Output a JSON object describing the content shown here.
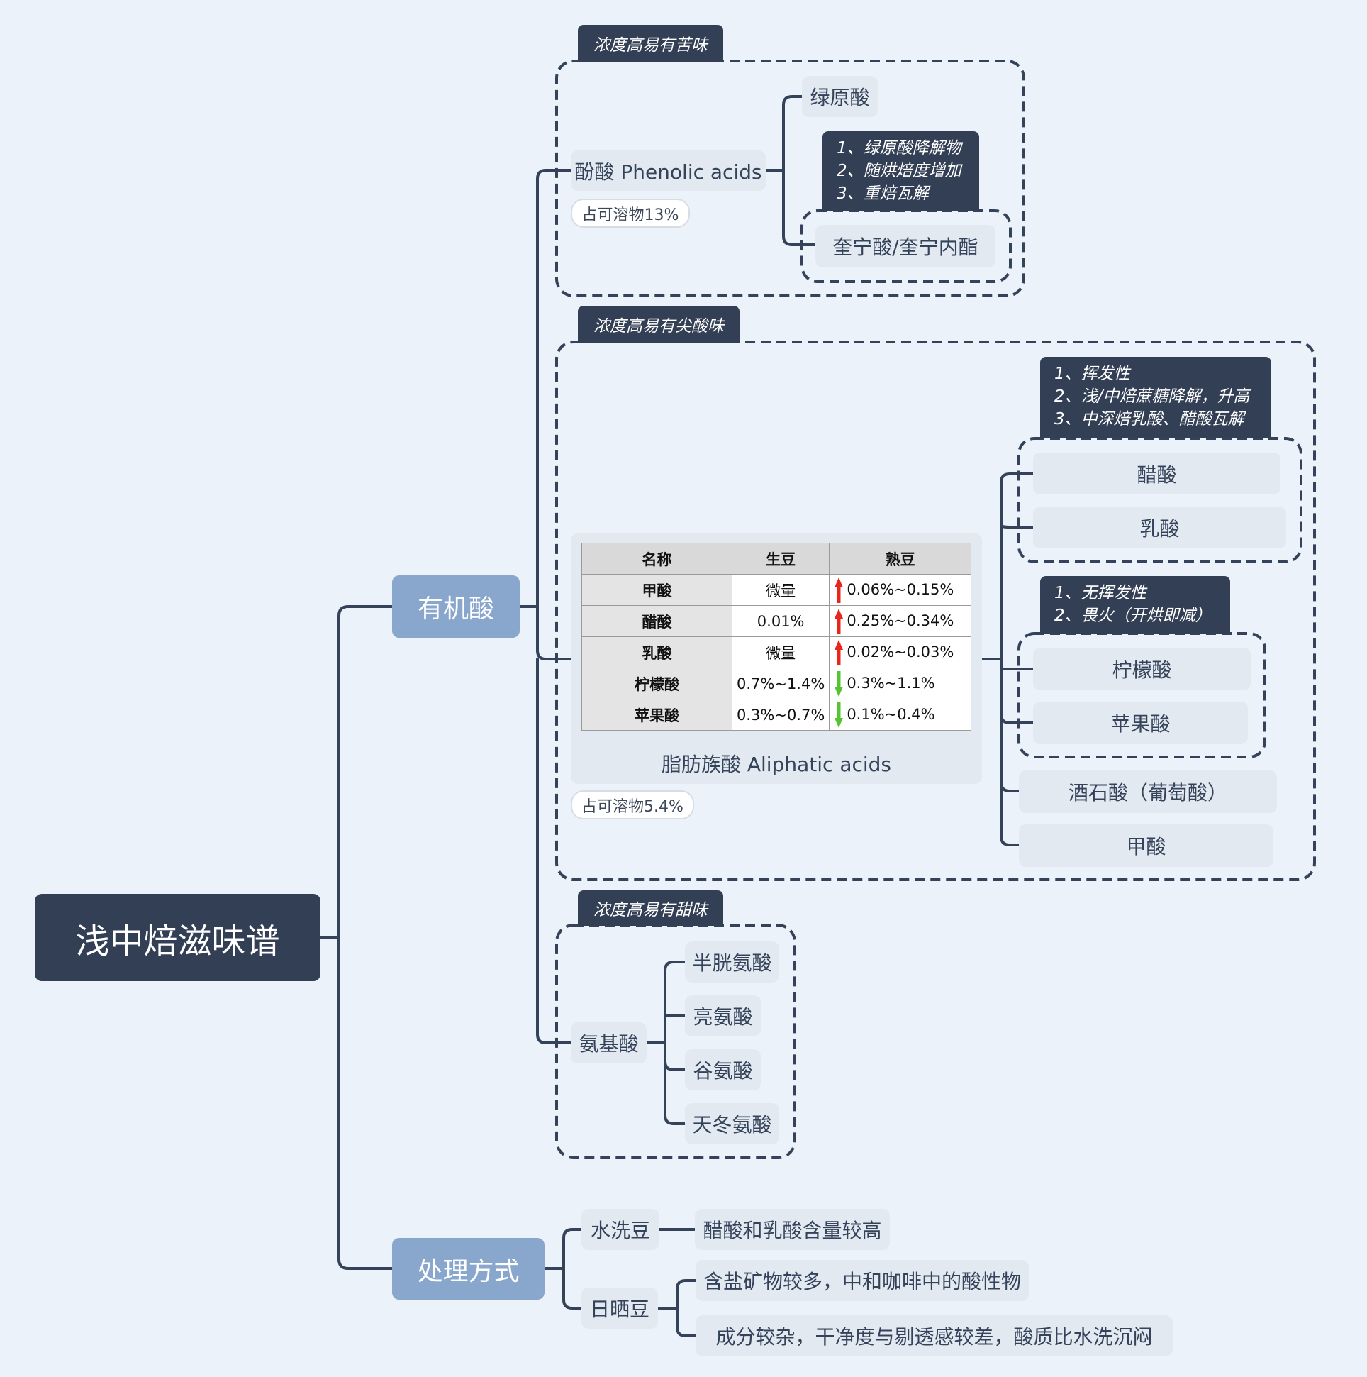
{
  "root": "浅中焙滋味谱",
  "branches": {
    "organic_acid": "有机酸",
    "processing": "处理方式"
  },
  "phenolic": {
    "tag": "浓度高易有苦味",
    "title": "酚酸 Phenolic acids",
    "label": "占可溶物13%",
    "children": [
      "绿原酸",
      "奎宁酸/奎宁内酯"
    ],
    "note": [
      "1、绿原酸降解物",
      "2、随烘焙度增加",
      "3、重焙瓦解"
    ]
  },
  "aliphatic": {
    "tag": "浓度高易有尖酸味",
    "title": "脂肪族酸 Aliphatic acids",
    "label": "占可溶物5.4%",
    "table": {
      "headers": [
        "名称",
        "生豆",
        "熟豆"
      ],
      "rows": [
        {
          "name": "甲酸",
          "raw": "微量",
          "roasted": "0.06%~0.15%",
          "trend": "up"
        },
        {
          "name": "醋酸",
          "raw": "0.01%",
          "roasted": "0.25%~0.34%",
          "trend": "up"
        },
        {
          "name": "乳酸",
          "raw": "微量",
          "roasted": "0.02%~0.03%",
          "trend": "up"
        },
        {
          "name": "柠檬酸",
          "raw": "0.7%~1.4%",
          "roasted": "0.3%~1.1%",
          "trend": "down"
        },
        {
          "name": "苹果酸",
          "raw": "0.3%~0.7%",
          "roasted": "0.1%~0.4%",
          "trend": "down"
        }
      ]
    },
    "group1_note": [
      "1、挥发性",
      "2、浅/中焙蔗糖降解，升高",
      "3、中深焙乳酸、醋酸瓦解"
    ],
    "group1": [
      "醋酸",
      "乳酸"
    ],
    "group2_note": [
      "1、无挥发性",
      "2、畏火（开烘即减）"
    ],
    "group2": [
      "柠檬酸",
      "苹果酸"
    ],
    "others": [
      "酒石酸（葡萄酸）",
      "甲酸"
    ]
  },
  "amino": {
    "tag": "浓度高易有甜味",
    "title": "氨基酸",
    "children": [
      "半胱氨酸",
      "亮氨酸",
      "谷氨酸",
      "天冬氨酸"
    ]
  },
  "processing": {
    "washed": "水洗豆",
    "washed_note": "醋酸和乳酸含量较高",
    "natural": "日晒豆",
    "natural_notes": [
      "含盐矿物较多，中和咖啡中的酸性物",
      "成分较杂，干净度与剔透感较差，酸质比水洗沉闷"
    ]
  },
  "colors": {
    "dark": "#333f54",
    "main": "#89a6cc",
    "sub": "#e2e9f1",
    "line": "#34435a",
    "up": "#e8261b",
    "down": "#55c431"
  }
}
